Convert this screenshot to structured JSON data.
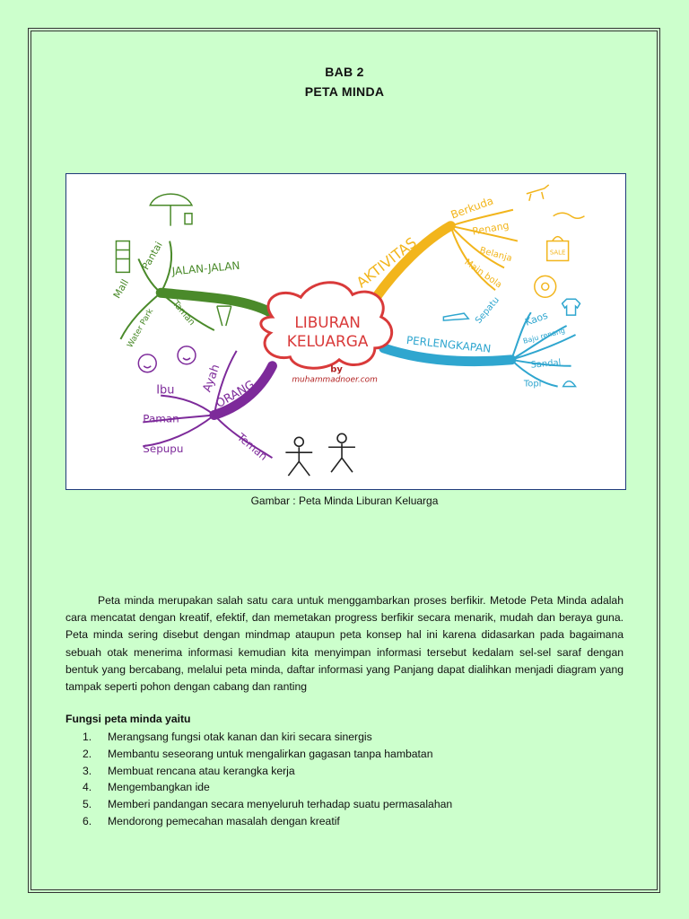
{
  "document": {
    "chapter": "BAB 2",
    "title": "PETA MINDA",
    "caption": "Gambar : Peta Minda Liburan Keluarga",
    "paragraph": "Peta minda merupakan salah satu cara untuk menggambarkan proses berfikir. Metode Peta Minda adalah cara mencatat dengan kreatif, efektif, dan memetakan progress berfikir secara menarik, mudah dan beraya guna. Peta minda sering disebut dengan mindmap ataupun peta konsep hal ini karena didasarkan pada bagaimana sebuah otak menerima informasi kemudian kita menyimpan informasi tersebut kedalam sel-sel saraf dengan bentuk yang bercabang, melalui peta minda, daftar informasi yang Panjang dapat dialihkan menjadi diagram yang tampak seperti pohon dengan cabang dan ranting",
    "fungsi_title": "Fungsi peta minda yaitu",
    "fungsi_items": [
      {
        "num": "1.",
        "text": "Merangsang fungsi otak kanan dan kiri secara sinergis"
      },
      {
        "num": "2.",
        "text": "Membantu seseorang untuk mengalirkan gagasan tanpa hambatan"
      },
      {
        "num": "3.",
        "text": "Membuat rencana atau kerangka kerja"
      },
      {
        "num": "4.",
        "text": "Mengembangkan ide"
      },
      {
        "num": "5.",
        "text": "Memberi pandangan secara menyeluruh terhadap suatu permasalahan"
      },
      {
        "num": "6.",
        "text": "Mendorong pemecahan masalah dengan kreatif"
      }
    ]
  },
  "mindmap": {
    "center_line1": "LIBURAN",
    "center_line2": "KELUARGA",
    "by": "by",
    "author": "muhammadnoer.com",
    "jalan": {
      "label": "JALAN-JALAN",
      "color": "#4a8a2a",
      "items": [
        "Mall",
        "Pantai",
        "Water Park",
        "Taman"
      ]
    },
    "orang": {
      "label": "ORANG",
      "color": "#7d2a9a",
      "items": [
        "Ibu",
        "Ayah",
        "Paman",
        "Sepupu",
        "Teman"
      ]
    },
    "aktivitas": {
      "label": "AKTIVITAS",
      "color": "#f2b51c",
      "items": [
        "Berkuda",
        "Renang",
        "Belanja",
        "Main bola"
      ]
    },
    "perlengkapan": {
      "label": "PERLENGKAPAN",
      "color": "#2fa6cf",
      "items": [
        "Sepatu",
        "Kaos",
        "Baju renang",
        "Sandal",
        "Topi"
      ]
    },
    "sale": "SALE",
    "center_color": "#d93a3a"
  }
}
